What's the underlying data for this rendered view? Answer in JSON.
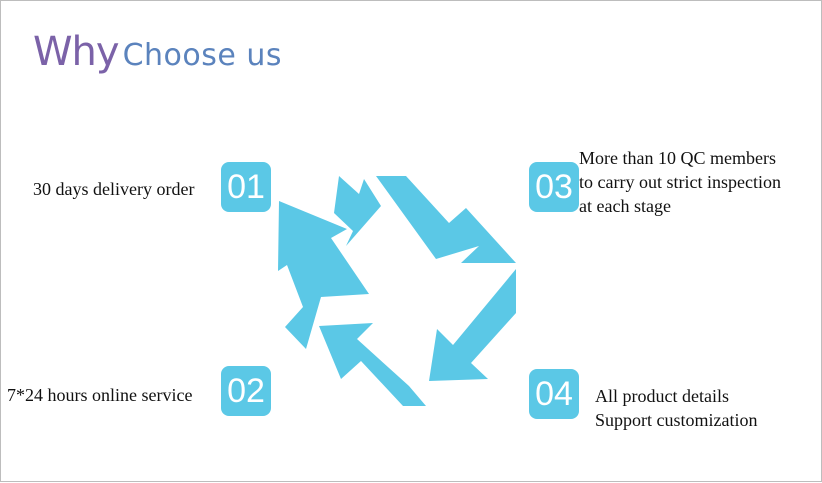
{
  "title": {
    "word1": "Why",
    "word2": "Choose us"
  },
  "colors": {
    "accent": "#5bc8e6",
    "title_purple": "#7b62a8",
    "title_blue": "#5b83bd"
  },
  "items": [
    {
      "number": "01",
      "lines": [
        "30 days delivery order"
      ]
    },
    {
      "number": "02",
      "lines": [
        "7*24 hours online service"
      ]
    },
    {
      "number": "03",
      "lines": [
        "More than 10 QC members",
        "to carry out strict inspection",
        "at each stage"
      ]
    },
    {
      "number": "04",
      "lines": [
        "All product details",
        "Support customization"
      ]
    }
  ]
}
